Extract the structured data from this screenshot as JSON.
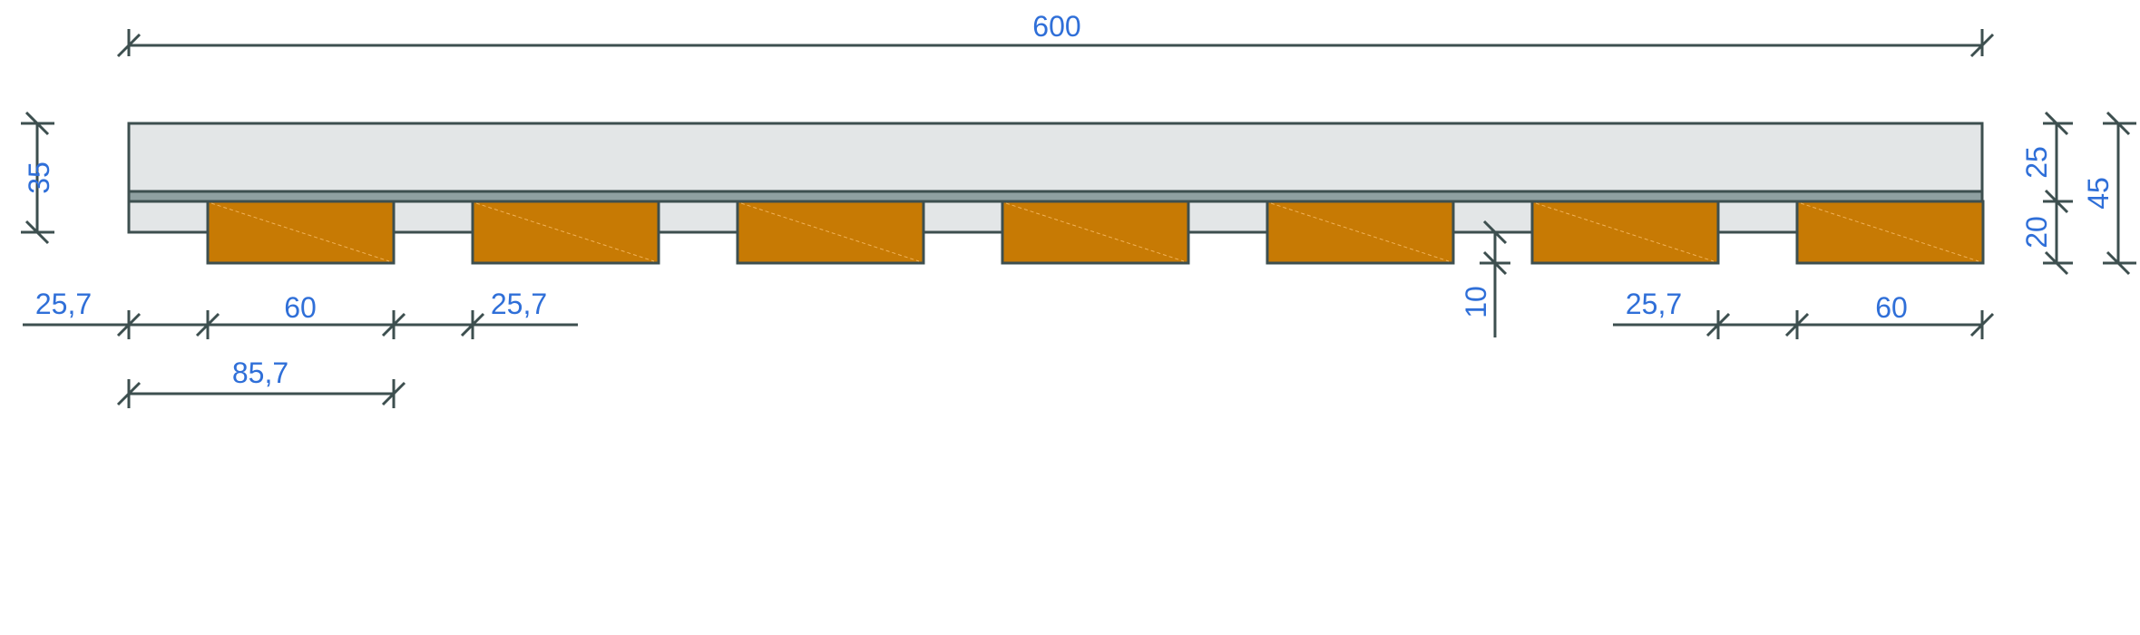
{
  "drawing": {
    "colors": {
      "panel": "#e3e6e7",
      "strip": "#8fa0a1",
      "batten": "#c77a04",
      "line": "#3d4f4f",
      "dimension_text": "#2f6fd8"
    },
    "dimensions": {
      "total_width": "600",
      "left_height": "35",
      "right_top": "25",
      "right_bottom": "20",
      "right_total": "45",
      "batten_gap": "10",
      "left_edge_offset": "25,7",
      "batten_width_left": "60",
      "gap_left": "25,7",
      "pitch": "85,7",
      "gap_right": "25,7",
      "batten_width_right": "60"
    }
  }
}
